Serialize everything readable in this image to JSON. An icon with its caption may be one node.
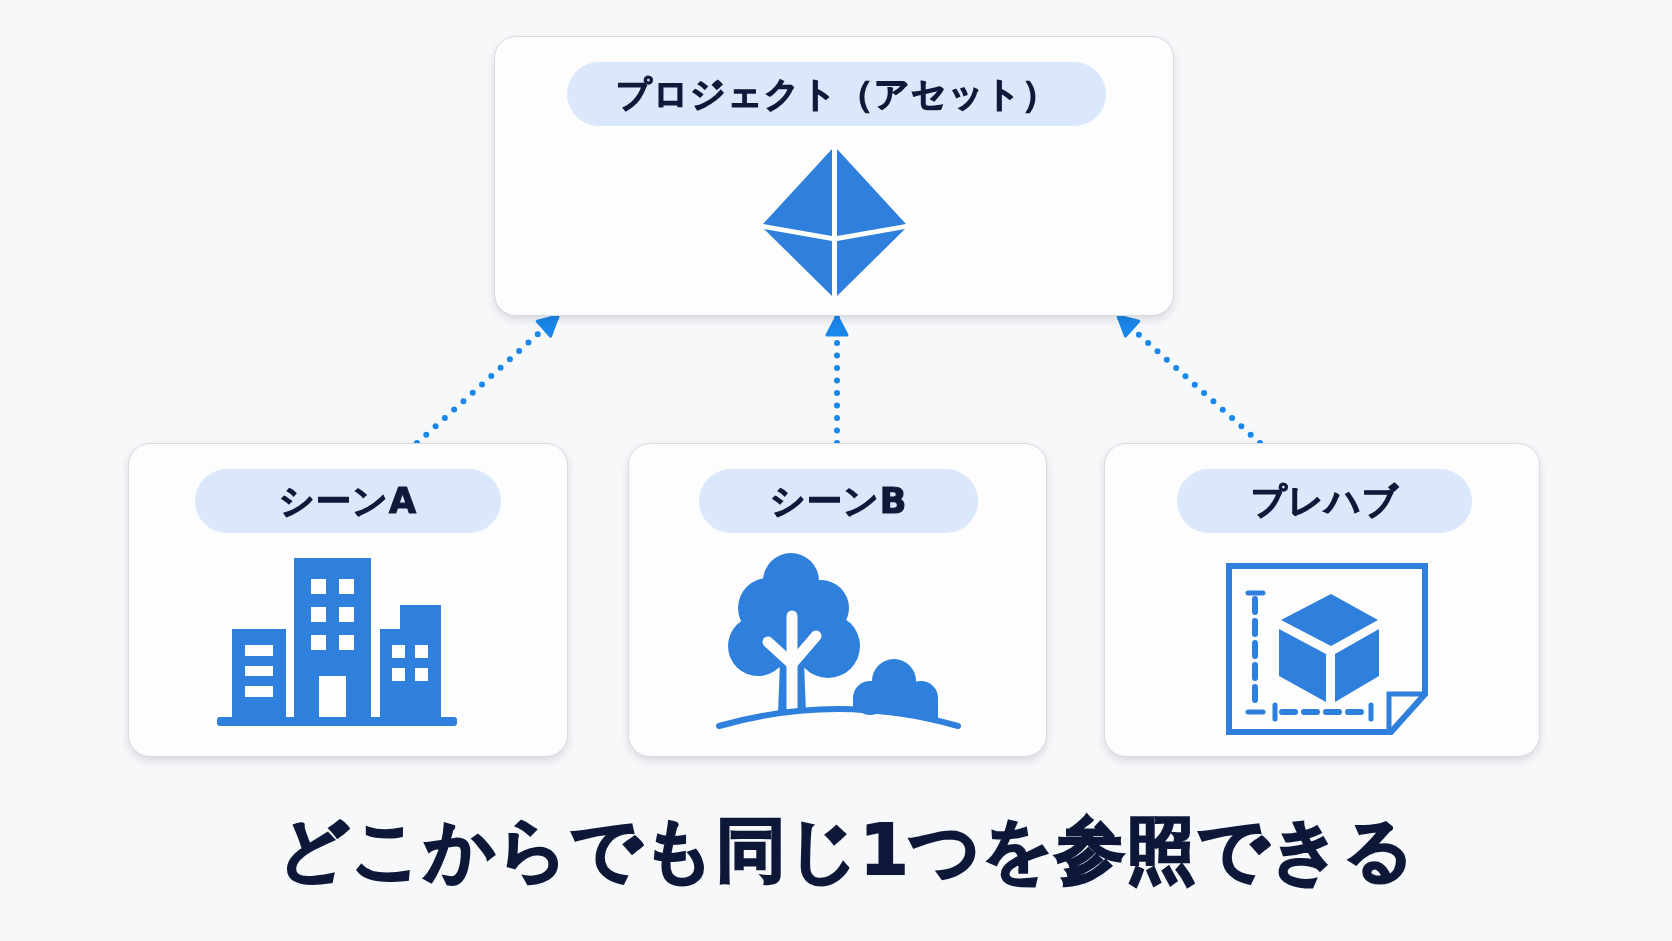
{
  "diagram": {
    "caption": "どこからでも同じ1つを参照できる",
    "nodes": [
      {
        "text": [
          "プロジェクト（アセット）"
        ]
      },
      {
        "text": [
          "シーンA"
        ]
      },
      {
        "text": [
          "シーンB"
        ]
      },
      {
        "text": [
          "プレハブ"
        ]
      }
    ],
    "edges": [
      {
        "from": 1,
        "to": 0,
        "arrow": "to",
        "style": "dashed"
      },
      {
        "from": 2,
        "to": 0,
        "arrow": "to",
        "style": "dashed"
      },
      {
        "from": 3,
        "to": 0,
        "arrow": "to",
        "style": "dashed"
      }
    ]
  }
}
